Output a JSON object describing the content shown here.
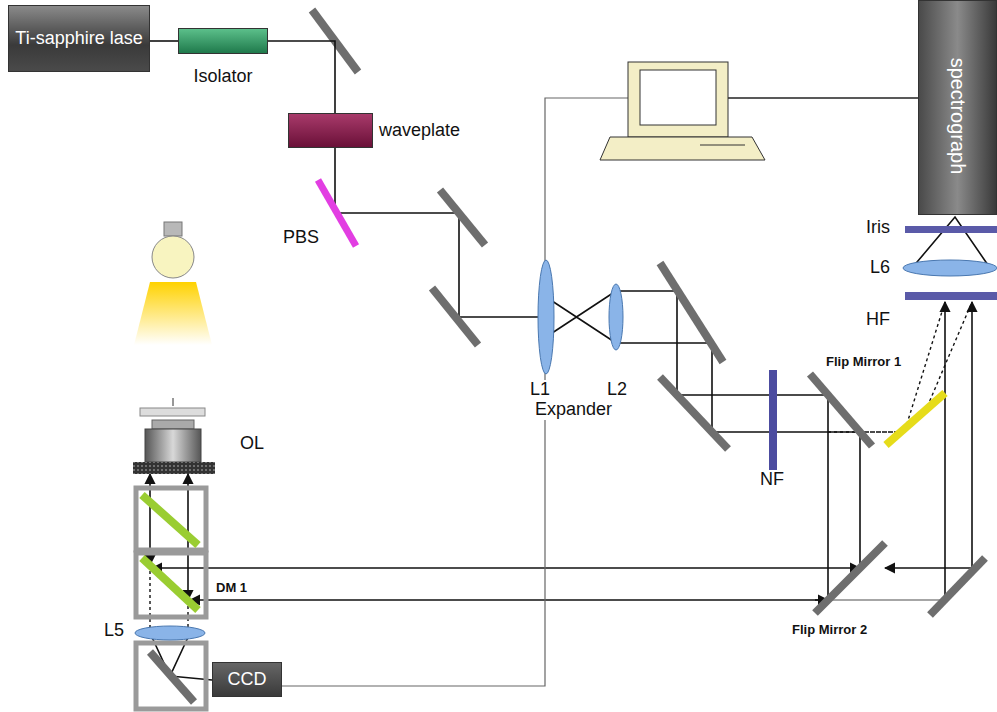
{
  "diagram": {
    "nodes": [
      {
        "text": [
          "Ti-sapphire lase"
        ]
      },
      {
        "text": [
          "Isolator"
        ]
      },
      {
        "text": [
          "waveplate"
        ]
      },
      {
        "text": [
          "spectrograph"
        ]
      },
      {
        "text": [
          "CCD"
        ]
      }
    ],
    "edges": [
      {
        "from": 0,
        "to": 1,
        "arrow": "none"
      },
      {
        "from": 1,
        "to": 2,
        "arrow": "none"
      }
    ],
    "labels": [
      "PBS",
      "L1",
      "L2",
      "Expander",
      "Iris",
      "L6",
      "HF",
      "Flip Mirror 1",
      "NF",
      "OL",
      "DM 1",
      "L5",
      "Flip Mirror 2"
    ]
  }
}
